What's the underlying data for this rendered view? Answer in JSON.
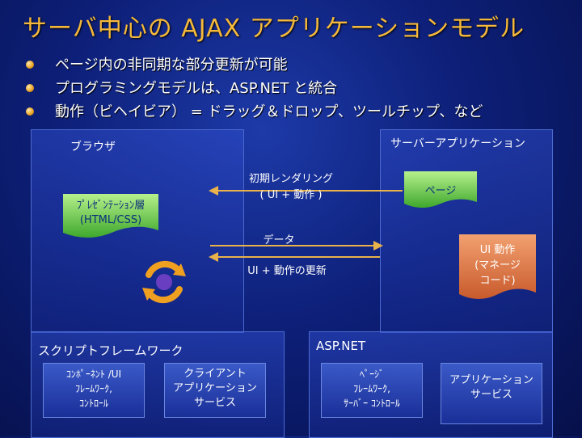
{
  "title": "サーバ中心の AJAX アプリケーションモデル",
  "bullets": [
    "ページ内の非同期な部分更新が可能",
    "プログラミングモデルは、ASP.NET と統合",
    "動作（ビヘイビア） = ドラッグ＆ドロップ、ツールチップ、など"
  ],
  "browser": {
    "label": "ブラウザ",
    "presentation_line1": "ﾌﾟﾚｾﾞﾝﾃｰｼｮﾝ層",
    "presentation_line2": "(HTML/CSS)"
  },
  "server": {
    "label": "サーバーアプリケーション",
    "page": "ページ",
    "ui_line1": "UI 動作",
    "ui_line2": "(マネージ",
    "ui_line3": "コード)"
  },
  "arrows": {
    "initial_line1": "初期レンダリング",
    "initial_line2": "( UI + 動作 )",
    "data": "データ",
    "update": "UI + 動作の更新"
  },
  "script_framework": {
    "label": "スクリプトフレームワーク",
    "box1_line1": "ｺﾝﾎﾟｰﾈﾝﾄ /UI",
    "box1_line2": "ﾌﾚｰﾑﾜｰｸ,",
    "box1_line3": "ｺﾝﾄﾛｰﾙ",
    "box2_line1": "クライアント",
    "box2_line2": "アプリケーション",
    "box2_line3": "サービス"
  },
  "aspnet": {
    "label": "ASP.NET",
    "box1_line1": "ﾍﾟｰｼﾞ",
    "box1_line2": "ﾌﾚｰﾑﾜｰｸ,",
    "box1_line3": "ｻｰﾊﾞｰ ｺﾝﾄﾛｰﾙ",
    "box2_line1": "アプリケーション",
    "box2_line2": "サービス"
  },
  "colors": {
    "title": "#f4b83a",
    "arrow": "#e9b24a",
    "green_doc": "#5cc43a",
    "orange_doc": "#d8683a"
  }
}
